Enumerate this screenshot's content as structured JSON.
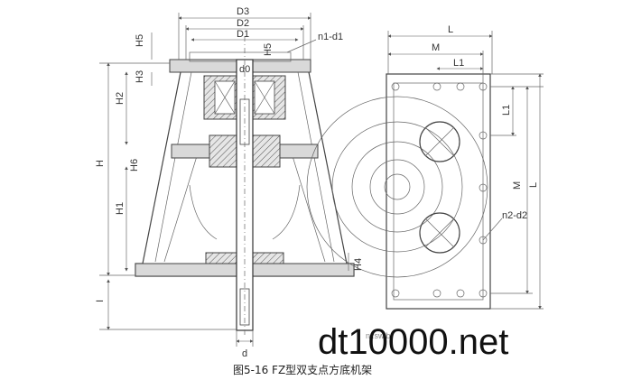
{
  "labels": {
    "D3": "D3",
    "D2": "D2",
    "D1": "D1",
    "n1d1": "n1-d1",
    "H5a": "H5",
    "H5b": "H5",
    "H3": "H3",
    "d0": "d0",
    "H2": "H2",
    "H": "H",
    "H6": "H6",
    "H1": "H1",
    "H4": "H4",
    "I": "I",
    "d": "d",
    "L_top": "L",
    "M_top": "M",
    "L1_top": "L1",
    "L1_side": "L1",
    "M_side": "M",
    "L_side": "L",
    "n2d2": "n2-d2"
  },
  "caption": "图5-16 FZ型双支点方底机架",
  "watermark": "dt10000.net",
  "stamp": "nzsw.br"
}
